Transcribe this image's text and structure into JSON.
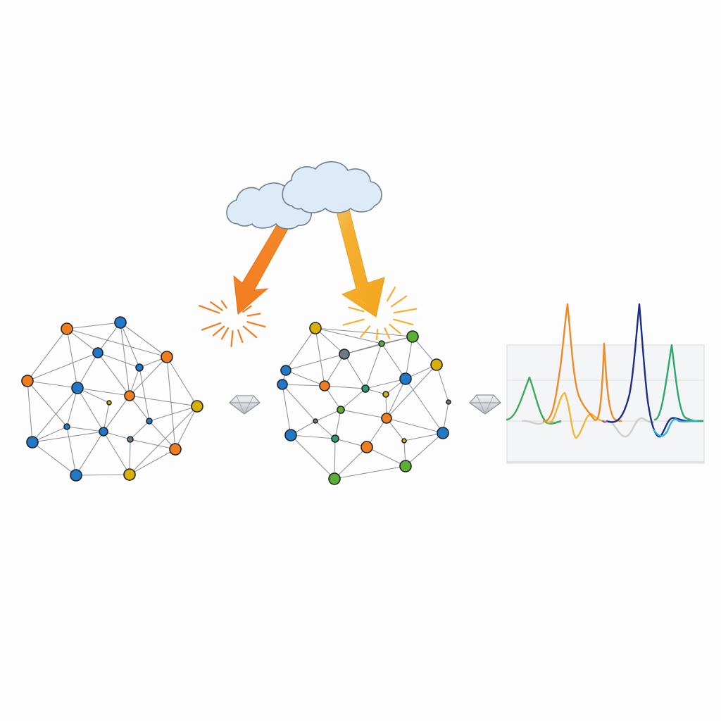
{
  "colors": {
    "background": "#fdfdfd",
    "edge": "#7d8287",
    "node_orange": "#f07d1e",
    "node_blue": "#1f78c8",
    "node_yellow": "#d9b000",
    "node_green": "#5ab035",
    "node_teal": "#2a9d6a",
    "node_gray": "#6c7a86",
    "cloud_fill": "#dcebf7",
    "cloud_stroke": "#6e7f90",
    "arrow_orange": "#f47b20",
    "arrow_yellow": "#f4b030",
    "spark_orange": "#f47b20",
    "spark_yellow": "#f4b030",
    "connector_fill": "#e3e6ea",
    "panel_fill": "#f3f4f5",
    "panel_line": "#d6d8da",
    "spectrum_green": "#3aab5c",
    "spectrum_orange": "#f08a24",
    "spectrum_yellow": "#f2b535",
    "spectrum_navy": "#1b2d86",
    "spectrum_cyan": "#33aee0",
    "spectrum_gray": "#c9cfc9"
  },
  "icons": {
    "clouds": "cloud-icon",
    "left_arrow": "arrow-down-left-icon",
    "right_arrow": "arrow-down-right-icon",
    "burst": "spark-burst-icon",
    "connector": "diamond-connector-icon"
  },
  "diagram": {
    "stages": [
      "network-before",
      "network-after",
      "spectrum-output"
    ]
  }
}
